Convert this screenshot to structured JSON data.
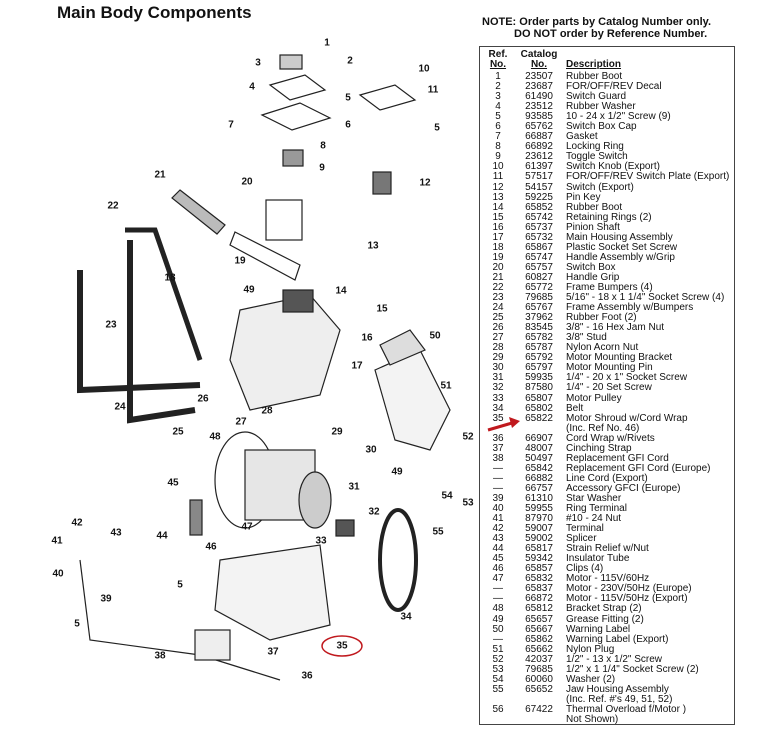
{
  "title": "Main Body Components",
  "note": [
    "NOTE: Order parts by Catalog Number only.",
    "DO NOT order by Reference Number."
  ],
  "table": {
    "headers": {
      "ref": [
        "Ref.",
        "No."
      ],
      "catalog": [
        "Catalog",
        "No."
      ],
      "description": "Description"
    },
    "rows": [
      [
        "1",
        "23507",
        "Rubber Boot"
      ],
      [
        "2",
        "23687",
        "FOR/OFF/REV Decal"
      ],
      [
        "3",
        "61490",
        "Switch Guard"
      ],
      [
        "4",
        "23512",
        "Rubber Washer"
      ],
      [
        "5",
        "93585",
        "10 - 24 x 1/2\" Screw (9)"
      ],
      [
        "6",
        "65762",
        "Switch Box Cap"
      ],
      [
        "7",
        "66887",
        "Gasket"
      ],
      [
        "8",
        "66892",
        "Locking Ring"
      ],
      [
        "9",
        "23612",
        "Toggle Switch"
      ],
      [
        "10",
        "61397",
        "Switch Knob (Export)"
      ],
      [
        "11",
        "57517",
        "FOR/OFF/REV Switch Plate (Export)"
      ],
      [
        "12",
        "54157",
        "Switch (Export)"
      ],
      [
        "13",
        "59225",
        "Pin Key"
      ],
      [
        "14",
        "65852",
        "Rubber Boot"
      ],
      [
        "15",
        "65742",
        "Retaining Rings (2)"
      ],
      [
        "16",
        "65737",
        "Pinion Shaft"
      ],
      [
        "17",
        "65732",
        "Main Housing Assembly"
      ],
      [
        "18",
        "65867",
        "Plastic Socket Set Screw"
      ],
      [
        "19",
        "65747",
        "Handle Assembly w/Grip"
      ],
      [
        "20",
        "65757",
        "Switch Box"
      ],
      [
        "21",
        "60827",
        "Handle Grip"
      ],
      [
        "22",
        "65772",
        "Frame Bumpers (4)"
      ],
      [
        "23",
        "79685",
        "5/16\" - 18 x 1 1/4\" Socket Screw (4)"
      ],
      [
        "24",
        "65767",
        "Frame Assembly w/Bumpers"
      ],
      [
        "25",
        "37962",
        "Rubber Foot (2)"
      ],
      [
        "26",
        "83545",
        "3/8\" - 16 Hex Jam Nut"
      ],
      [
        "27",
        "65782",
        "3/8\" Stud"
      ],
      [
        "28",
        "65787",
        "Nylon Acorn Nut"
      ],
      [
        "29",
        "65792",
        "Motor Mounting Bracket"
      ],
      [
        "30",
        "65797",
        "Motor Mounting Pin"
      ],
      [
        "31",
        "59935",
        "1/4\" - 20 x 1\" Socket Screw"
      ],
      [
        "32",
        "87580",
        "1/4\" - 20 Set Screw"
      ],
      [
        "33",
        "65807",
        "Motor Pulley"
      ],
      [
        "34",
        "65802",
        "Belt"
      ],
      [
        "35",
        "65822",
        "Motor Shroud w/Cord Wrap"
      ],
      [
        "",
        "",
        "(Inc. Ref No. 46)"
      ],
      [
        "36",
        "66907",
        "Cord Wrap w/Rivets"
      ],
      [
        "37",
        "48007",
        "Cinching Strap"
      ],
      [
        "38",
        "50497",
        "Replacement GFI Cord"
      ],
      [
        "—",
        "65842",
        "Replacement GFI Cord (Europe)"
      ],
      [
        "—",
        "66882",
        "Line Cord (Export)"
      ],
      [
        "—",
        "66757",
        "Accessory GFCI (Europe)"
      ],
      [
        "39",
        "61310",
        "Star Washer"
      ],
      [
        "40",
        "59955",
        "Ring Terminal"
      ],
      [
        "41",
        "87970",
        "#10 - 24 Nut"
      ],
      [
        "42",
        "59007",
        "Terminal"
      ],
      [
        "43",
        "59002",
        "Splicer"
      ],
      [
        "44",
        "65817",
        "Strain Relief w/Nut"
      ],
      [
        "45",
        "59342",
        "Insulator Tube"
      ],
      [
        "46",
        "65857",
        "Clips (4)"
      ],
      [
        "47",
        "65832",
        "Motor - 115V/60Hz"
      ],
      [
        "—",
        "65837",
        "Motor - 230V/50Hz (Europe)"
      ],
      [
        "—",
        "66872",
        "Motor - 115V/50Hz (Export)"
      ],
      [
        "48",
        "65812",
        "Bracket Strap (2)"
      ],
      [
        "49",
        "65657",
        "Grease Fitting (2)"
      ],
      [
        "50",
        "65667",
        "Warning Label"
      ],
      [
        "—",
        "65862",
        "Warning Label (Export)"
      ],
      [
        "51",
        "65662",
        "Nylon Plug"
      ],
      [
        "52",
        "42037",
        "1/2\" - 13 x 1/2\" Screw"
      ],
      [
        "53",
        "79685",
        "1/2\" x 1 1/4\" Socket Screw (2)"
      ],
      [
        "54",
        "60060",
        "Washer (2)"
      ],
      [
        "55",
        "65652",
        "Jaw Housing Assembly"
      ],
      [
        "",
        "",
        "(Inc. Ref. #'s 49, 51, 52)"
      ],
      [
        "56",
        "67422",
        "Thermal Overload f/Motor )"
      ],
      [
        "",
        "",
        "Not Shown)"
      ]
    ]
  },
  "callouts": [
    "1",
    "2",
    "3",
    "4",
    "5",
    "6",
    "7",
    "8",
    "9",
    "10",
    "11",
    "5",
    "12",
    "21",
    "20",
    "22",
    "13",
    "19",
    "18",
    "49",
    "14",
    "15",
    "23",
    "16",
    "50",
    "17",
    "51",
    "24",
    "26",
    "28",
    "27",
    "25",
    "48",
    "29",
    "52",
    "30",
    "49",
    "45",
    "31",
    "54",
    "53",
    "32",
    "55",
    "42",
    "43",
    "44",
    "47",
    "46",
    "33",
    "41",
    "40",
    "5",
    "39",
    "5",
    "34",
    "35",
    "38",
    "37",
    "36"
  ],
  "highlight": {
    "callout": "35",
    "row": "35",
    "color": "#c0191e"
  }
}
